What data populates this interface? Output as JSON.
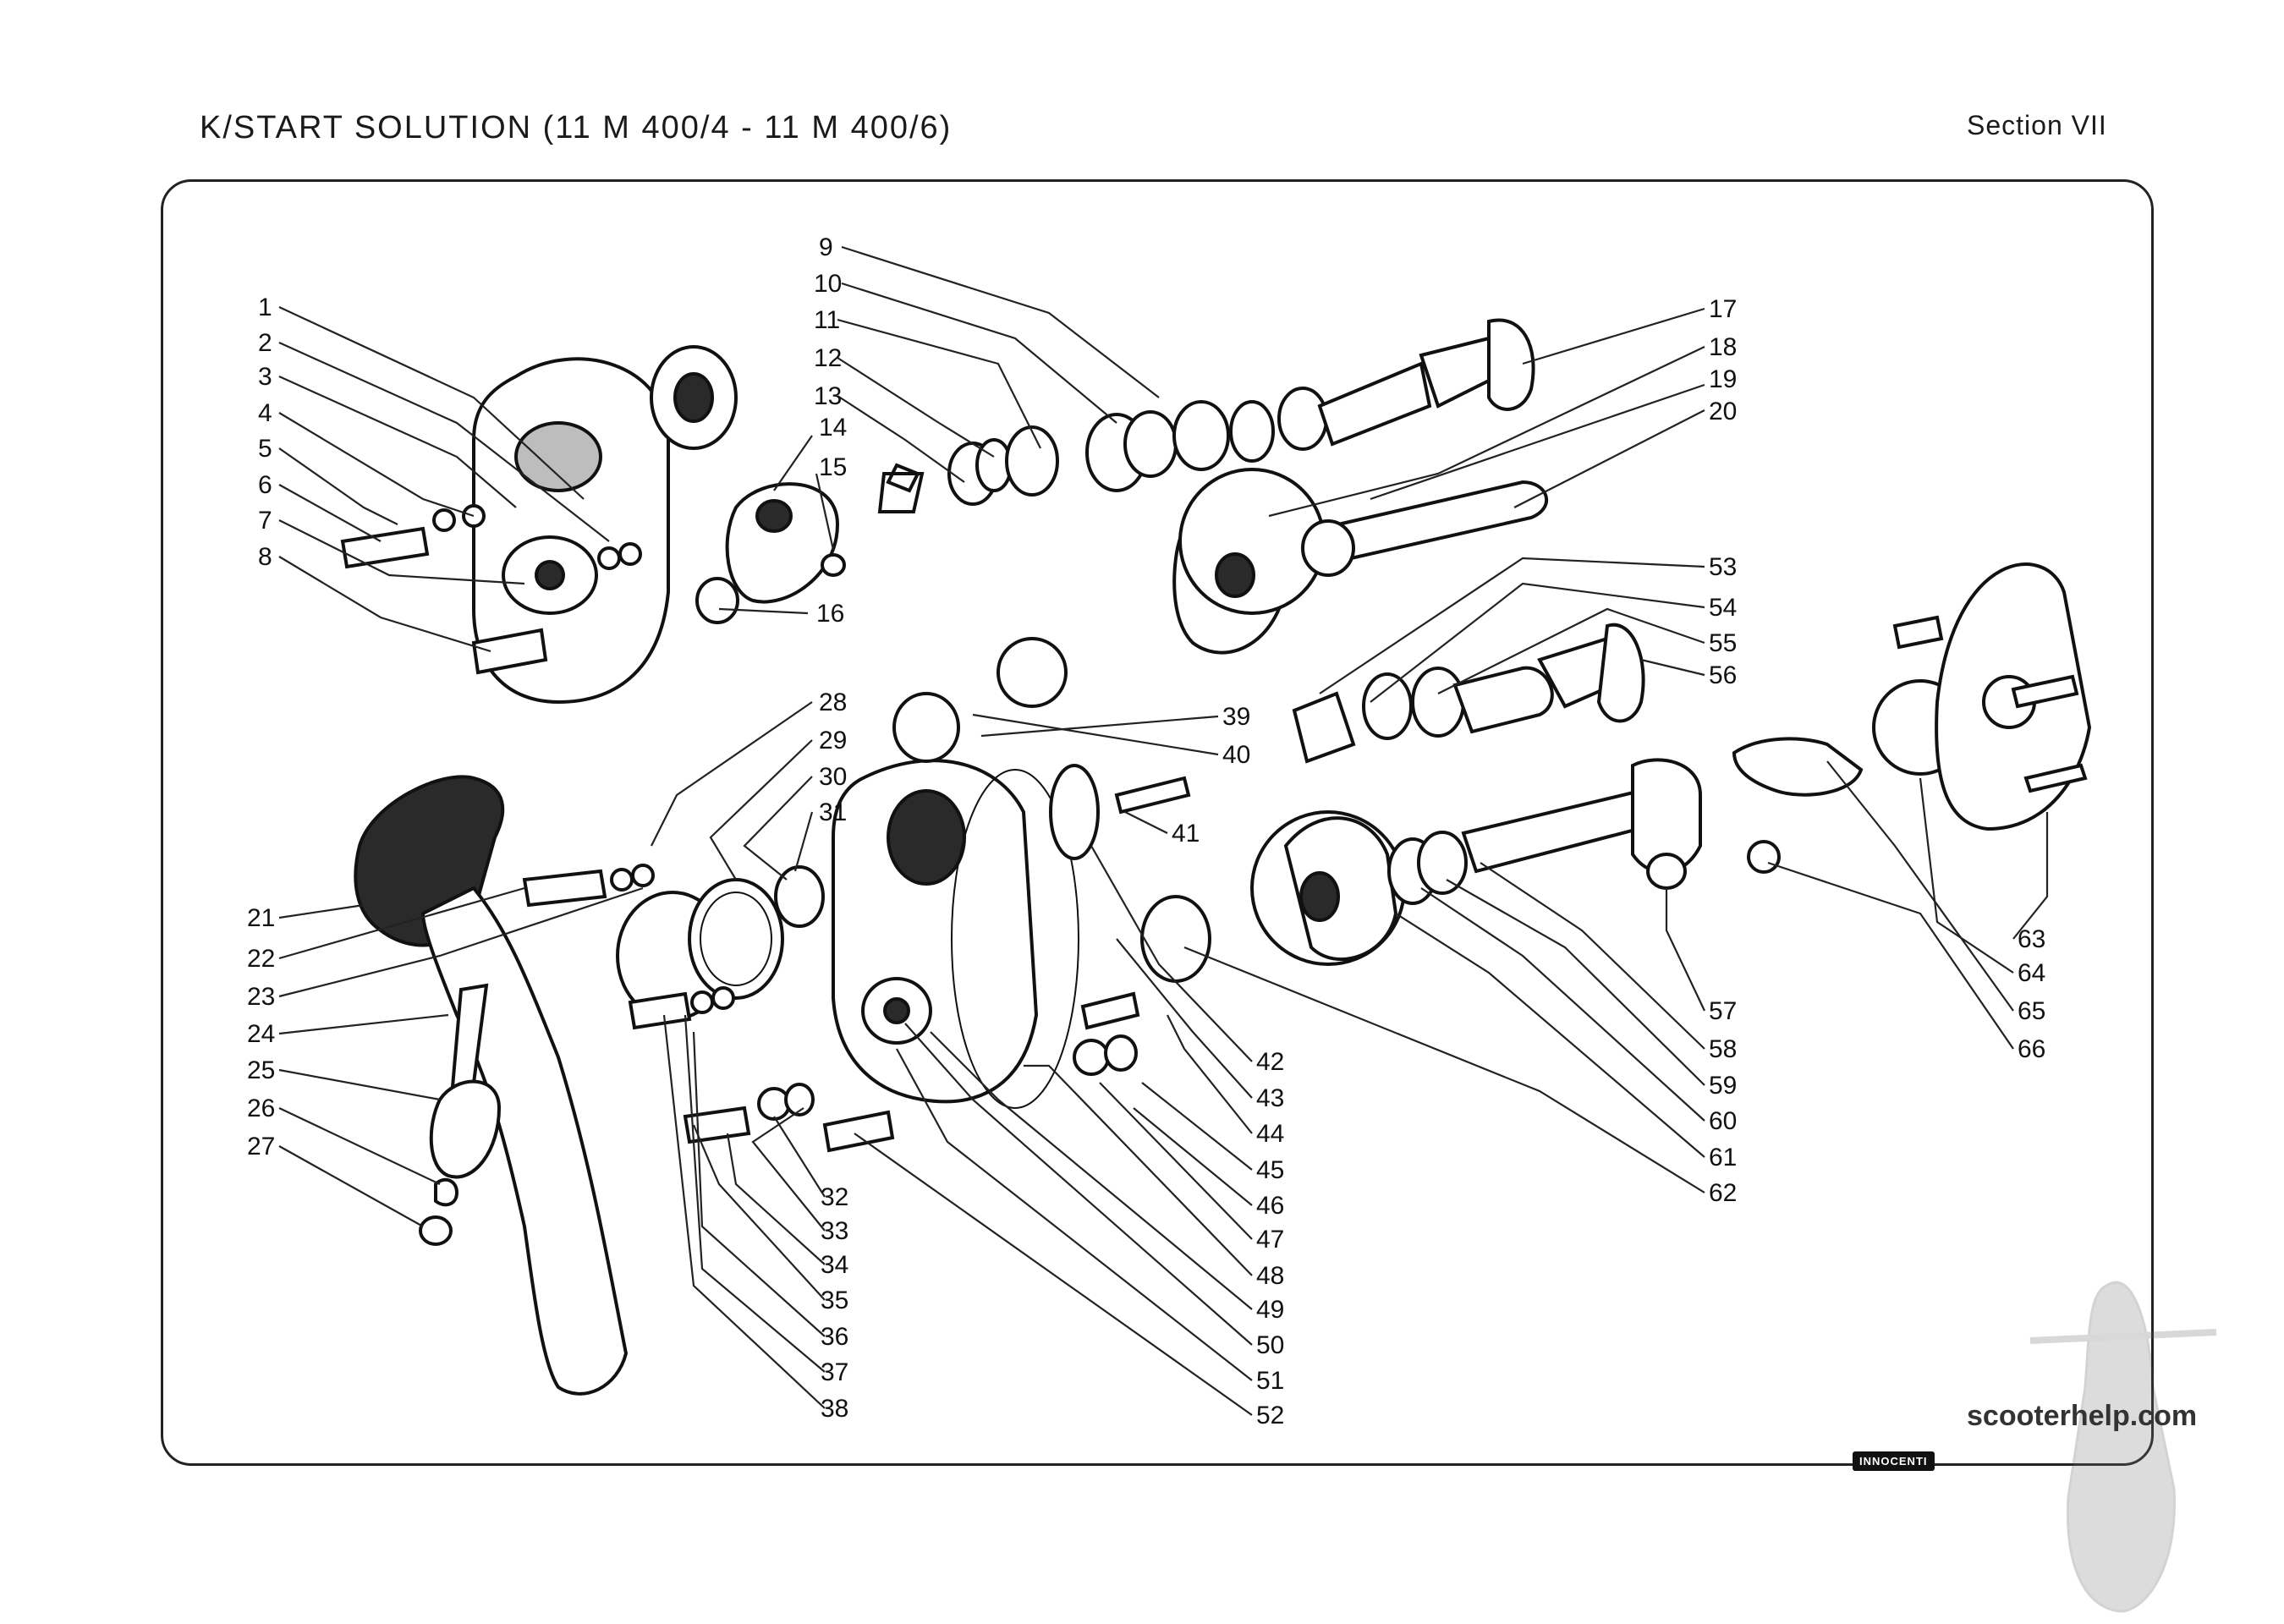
{
  "header": {
    "title": "K/START  SOLUTION  (11 M 400/4  -  11 M 400/6)",
    "section": "Section  VII"
  },
  "watermark": "scooterhelp.com",
  "brand": "INNOCENTI",
  "labels": {
    "l1": "1",
    "l2": "2",
    "l3": "3",
    "l4": "4",
    "l5": "5",
    "l6": "6",
    "l7": "7",
    "l8": "8",
    "l9": "9",
    "l10": "10",
    "l11": "11",
    "l12": "12",
    "l13": "13",
    "l14": "14",
    "l15": "15",
    "l16": "16",
    "l17": "17",
    "l18": "18",
    "l19": "19",
    "l20": "20",
    "l21": "21",
    "l22": "22",
    "l23": "23",
    "l24": "24",
    "l25": "25",
    "l26": "26",
    "l27": "27",
    "l28": "28",
    "l29": "29",
    "l30": "30",
    "l31": "31",
    "l32": "32",
    "l33": "33",
    "l34": "34",
    "l35": "35",
    "l36": "36",
    "l37": "37",
    "l38": "38",
    "l39": "39",
    "l40": "40",
    "l41": "41",
    "l42": "42",
    "l43": "43",
    "l44": "44",
    "l45": "45",
    "l46": "46",
    "l47": "47",
    "l48": "48",
    "l49": "49",
    "l50": "50",
    "l51": "51",
    "l52": "52",
    "l53": "53",
    "l54": "54",
    "l55": "55",
    "l56": "56",
    "l57": "57",
    "l58": "58",
    "l59": "59",
    "l60": "60",
    "l61": "61",
    "l62": "62",
    "l63": "63",
    "l64": "64",
    "l65": "65",
    "l66": "66"
  }
}
